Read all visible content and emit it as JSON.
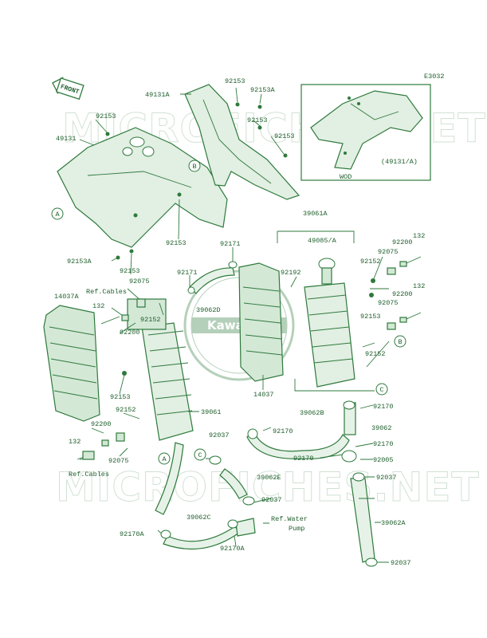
{
  "diagram_code": "E3032",
  "front_label": "FRONT",
  "watermark_text": "MICROFICHES.NET",
  "brand_text": "Kawasaki",
  "inset": {
    "variant_label": "WOD",
    "part_ref": "(49131/A)"
  },
  "callouts": {
    "a": "A",
    "b": "B",
    "c": "C"
  },
  "labels": {
    "p49131A": "49131A",
    "p92153_top": "92153",
    "p92153A_top": "92153A",
    "p92153_l1": "92153",
    "p49131": "49131",
    "p92153_r1": "92153",
    "p92153_r2": "92153",
    "p92153_mid": "92153",
    "p92153A_low": "92153A",
    "p92153_low": "92153",
    "p92075_l": "92075",
    "p_refcables_top": "Ref.Cables",
    "p14037A": "14037A",
    "p132_l": "132",
    "p92200_l": "92200",
    "p92152_l": "92152",
    "p92171_a": "92171",
    "p92171_b": "92171",
    "p39062D": "39062D",
    "p92153_lmid": "92153",
    "p92152_l2": "92152",
    "p39061": "39061",
    "p92200_l2": "92200",
    "p132_l2": "132",
    "p92075_l2": "92075",
    "p_refcables_bot": "Ref.Cables",
    "p39061A": "39061A",
    "p49085A": "49085/A",
    "p92192": "92192",
    "p14037": "14037",
    "p132_r1": "132",
    "p92200_r1": "92200",
    "p92075_r1": "92075",
    "p92152_r1": "92152",
    "p132_r2": "132",
    "p92200_r2": "92200",
    "p92075_r2": "92075",
    "p92153_r3": "92153",
    "p92152_r2": "92152",
    "p92170_r1": "92170",
    "p39062B": "39062B",
    "p39062": "39062",
    "p92170_r2": "92170",
    "p92037_a": "92037",
    "p92170_m": "92170",
    "p39062E": "39062E",
    "p92170_r3": "92170",
    "p92005": "92005",
    "p92037_b": "92037",
    "p92037_c": "92037",
    "p39062C": "39062C",
    "p92170A_l": "92170A",
    "p92170A_m": "92170A",
    "p_refwater_1": "Ref.Water",
    "p_refwater_2": "Pump",
    "p39062A": "39062A",
    "p92037_d": "92037"
  }
}
